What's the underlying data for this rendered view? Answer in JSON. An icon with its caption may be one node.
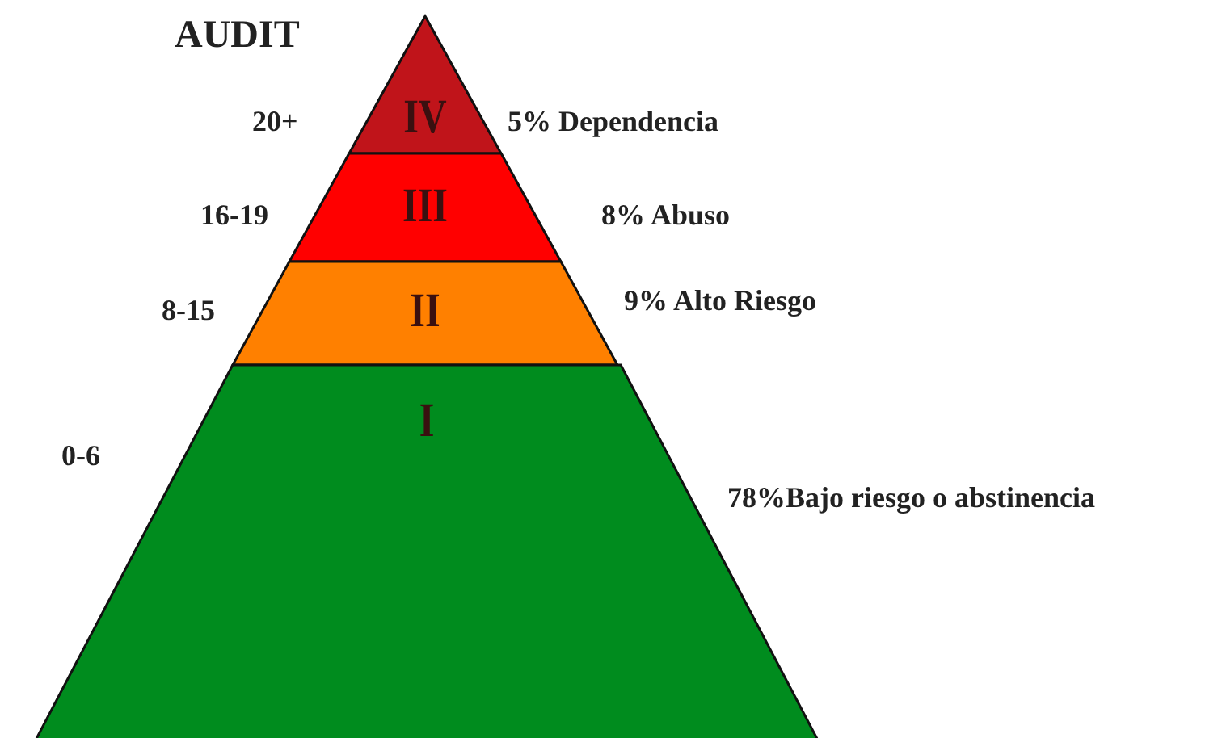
{
  "diagram": {
    "title": "AUDIT",
    "nodes": [
      {
        "text": [
          "IV"
        ],
        "beside": [
          "5% Dependencia"
        ]
      },
      {
        "text": [
          "III"
        ],
        "beside": [
          "8% Abuso"
        ]
      },
      {
        "text": [
          "II"
        ],
        "beside": [
          "9% Alto Riesgo"
        ]
      },
      {
        "text": [
          "I"
        ],
        "beside": [
          "78%Bajo riesgo o abstinencia"
        ]
      }
    ],
    "labels": [
      "20+",
      "16-19",
      "8-15",
      "0-6"
    ]
  }
}
